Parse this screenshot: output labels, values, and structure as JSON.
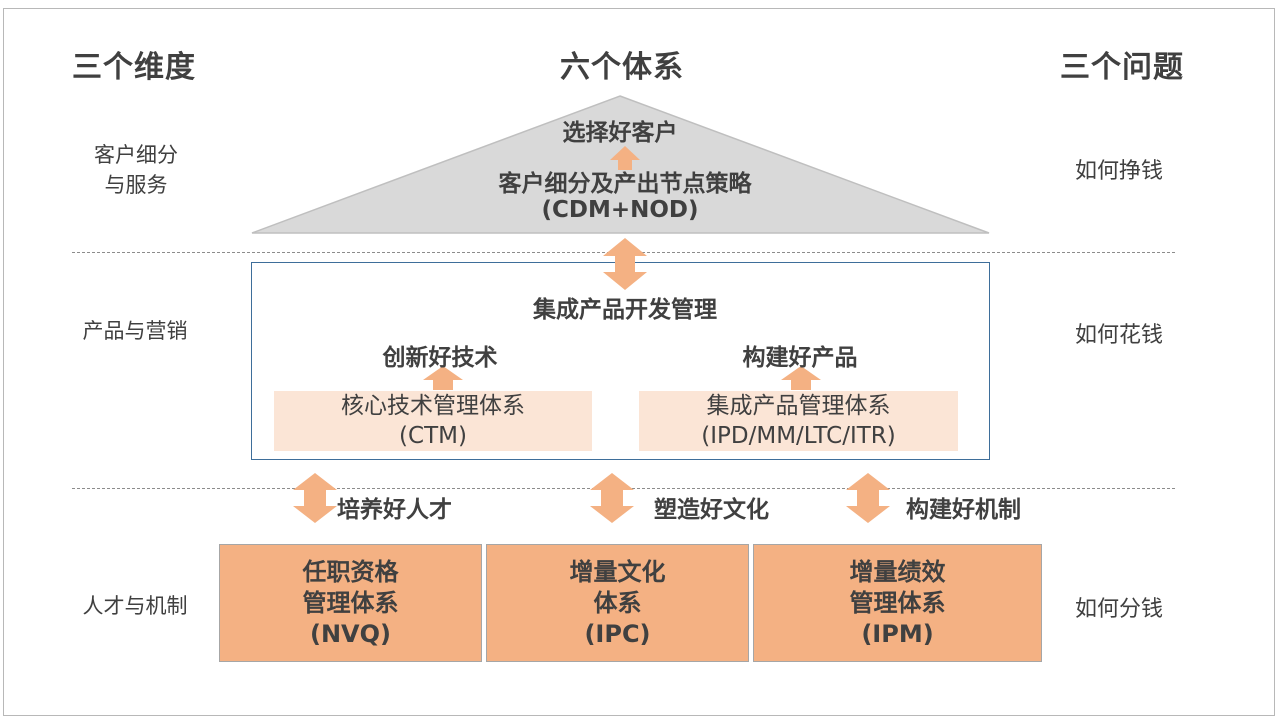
{
  "headers": {
    "left": "三个维度",
    "center": "六个体系",
    "right": "三个问题"
  },
  "dimensions": {
    "customer": "客户细分\n与服务",
    "product": "产品与营销",
    "talent": "人才与机制"
  },
  "questions": {
    "earn": "如何挣钱",
    "spend": "如何花钱",
    "share": "如何分钱"
  },
  "roof": {
    "goal": "选择好客户",
    "system": "客户细分及产出节点策略",
    "abbr": "(CDM+NOD)"
  },
  "middle": {
    "title": "集成产品开发管理",
    "left_goal": "创新好技术",
    "right_goal": "构建好产品",
    "left_system": "核心技术管理体系\n(CTM)",
    "right_system": "集成产品管理体系\n(IPD/MM/LTC/ITR)"
  },
  "bottom": {
    "connectors": [
      "培养好人才",
      "塑造好文化",
      "构建好机制"
    ],
    "boxes": [
      "任职资格\n管理体系\n(NVQ)",
      "增量文化\n体系\n(IPC)",
      "增量绩效\n管理体系\n(IPM)"
    ]
  },
  "colors": {
    "arrow": "#f4b183",
    "roof_fill": "#d9d9d9",
    "system_fill": "#fbe5d6",
    "bottom_fill": "#f4b183",
    "middle_border": "#3e6e9a"
  }
}
